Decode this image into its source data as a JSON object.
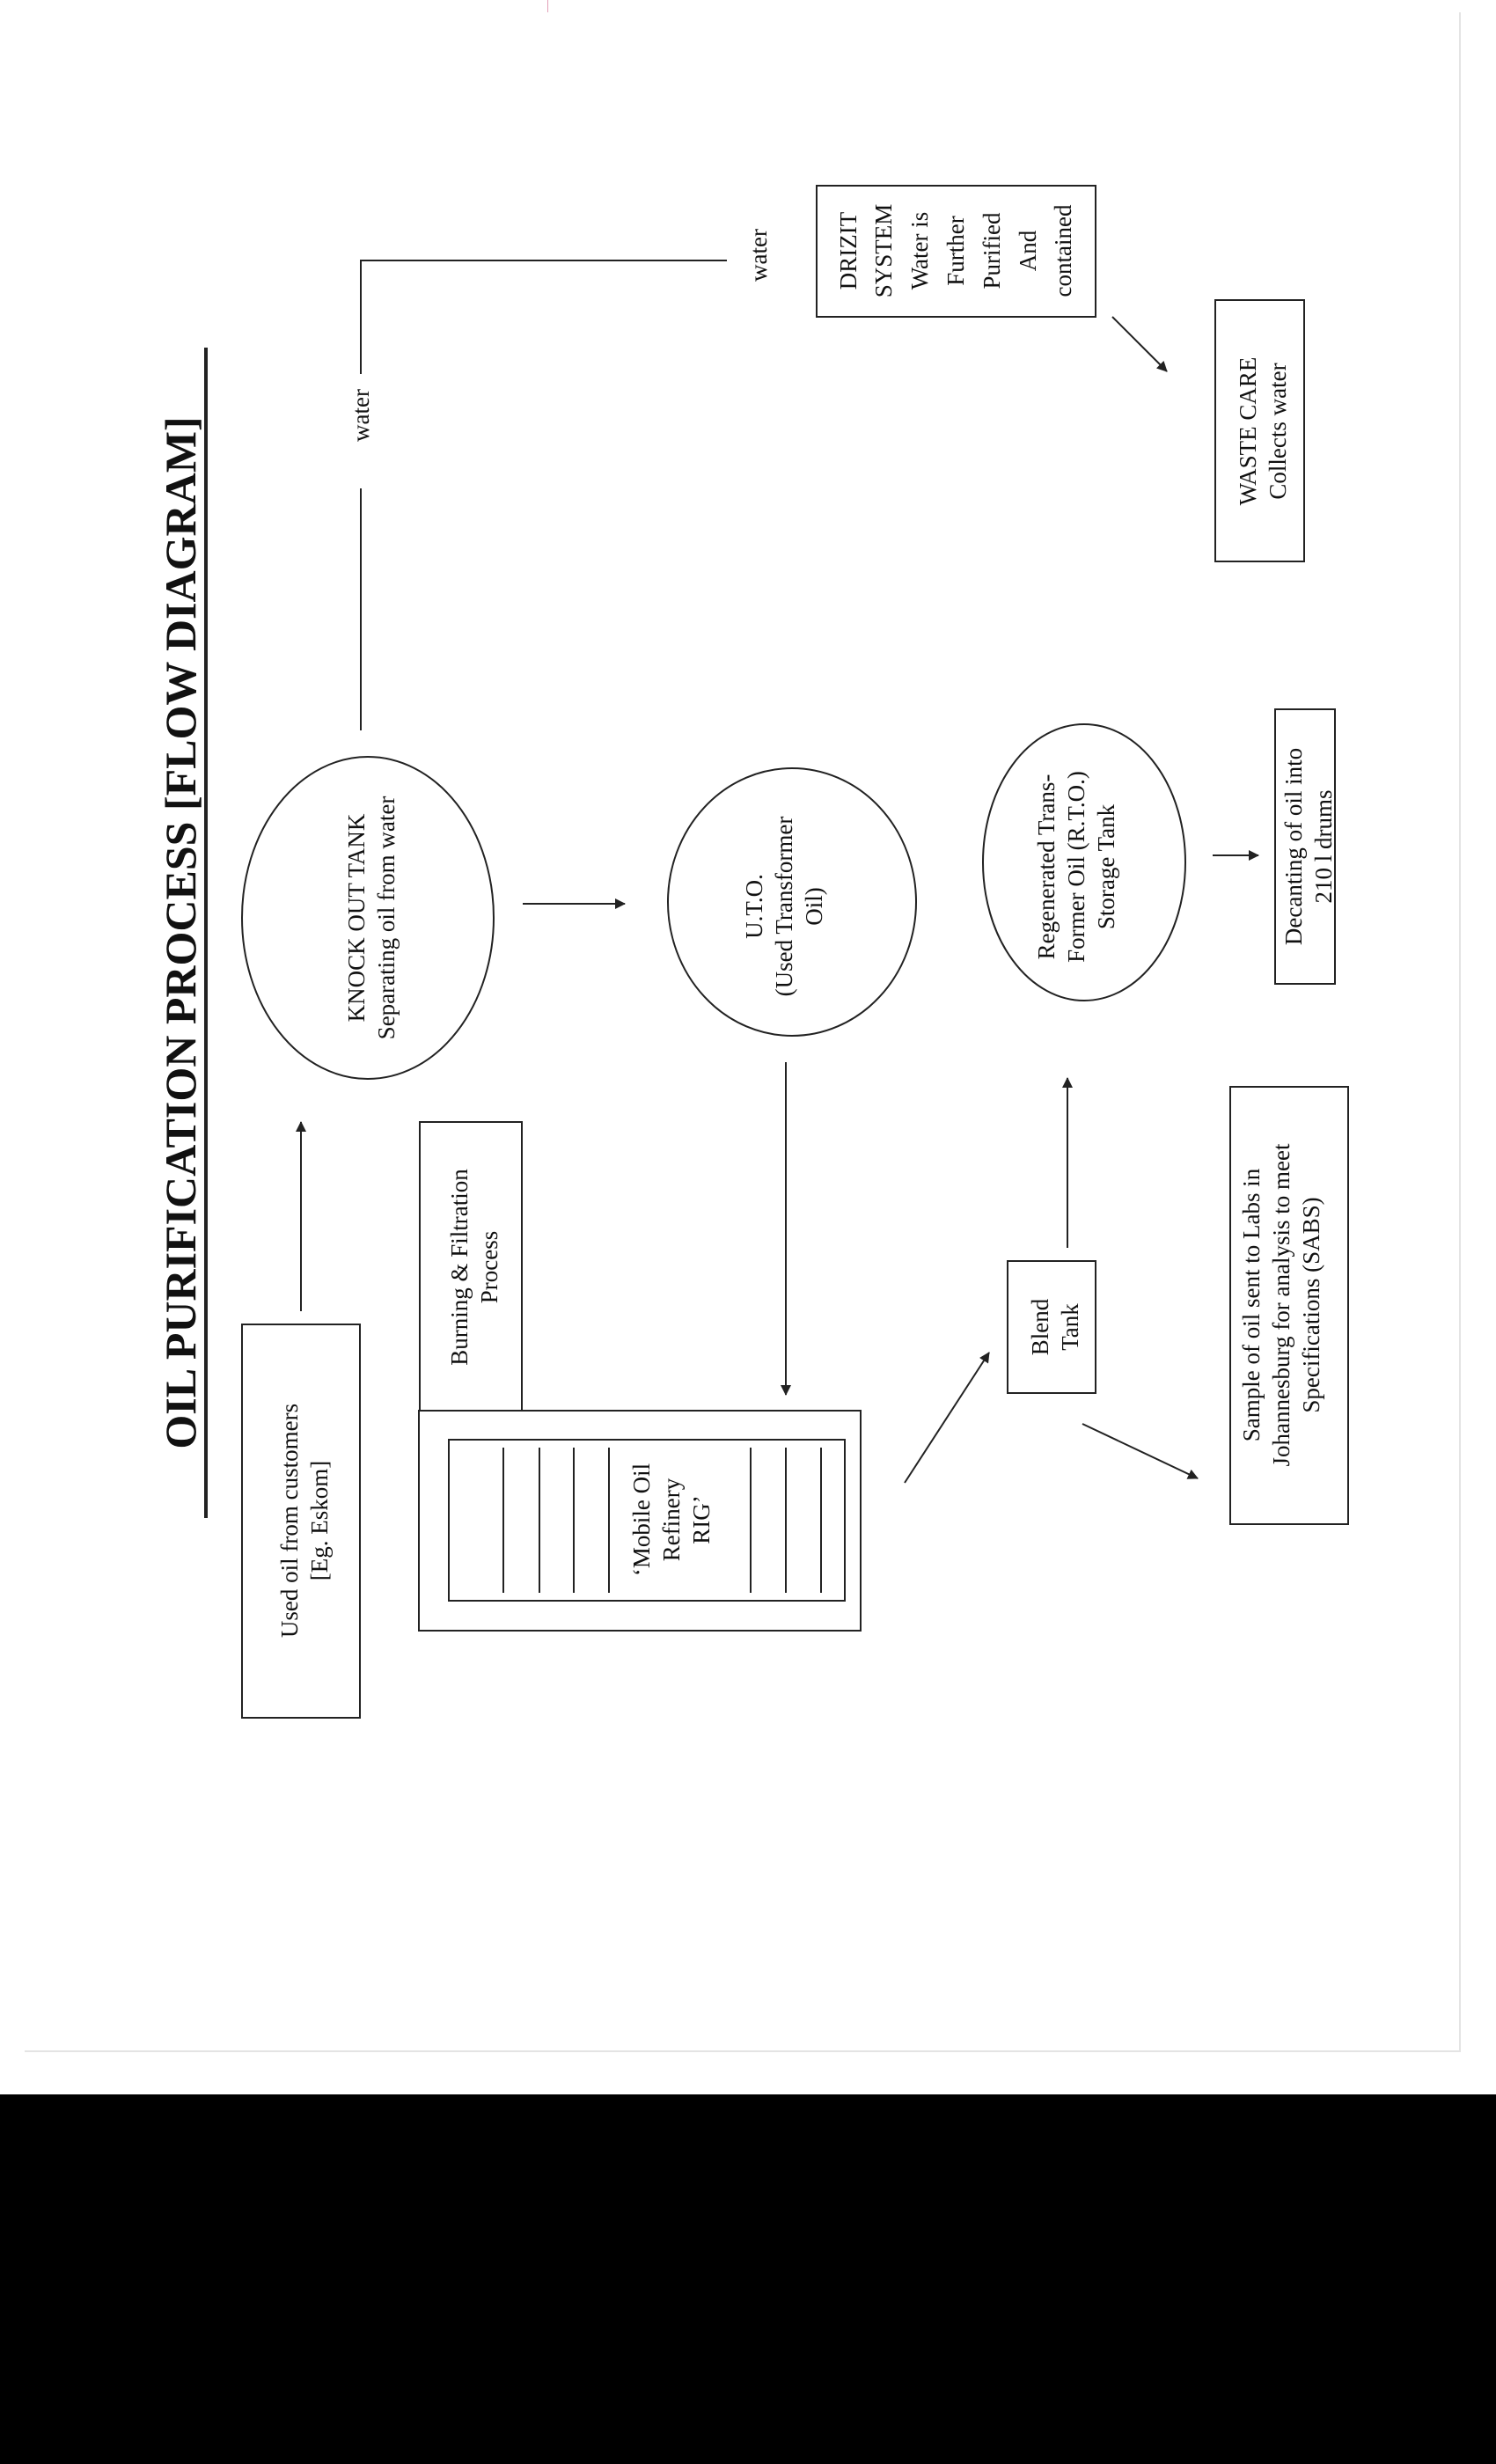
{
  "title": "OIL  PURIFICATION  PROCESS  [FLOW  DIAGRAM]",
  "nodes": {
    "used_oil": {
      "lines": [
        "Used oil from customers",
        "[Eg. Eskom]"
      ]
    },
    "knock_out_tank": {
      "lines": [
        "KNOCK OUT TANK",
        "Separating oil from water"
      ]
    },
    "burning_filtration": {
      "lines": [
        "Burning & Filtration",
        "Process"
      ]
    },
    "mobile_rig": {
      "lines": [
        "‘Mobile Oil",
        "Refinery",
        "RIG’"
      ]
    },
    "uto": {
      "lines": [
        "U.T.O.",
        "(Used Transformer",
        "Oil)"
      ]
    },
    "blend_tank": {
      "lines": [
        "Blend",
        "Tank"
      ]
    },
    "rto": {
      "lines": [
        "Regenerated Trans-",
        "Former Oil (R.T.O.)",
        "Storage Tank"
      ]
    },
    "sample": {
      "lines": [
        "Sample of oil sent to Labs in",
        "Johannesburg for analysis to meet",
        "Specifications (SABS)"
      ]
    },
    "decanting": {
      "lines": [
        "Decanting of oil into",
        "210 l drums"
      ]
    },
    "drizit": {
      "lines": [
        "DRIZIT",
        "SYSTEM",
        "Water is",
        "Further",
        "Purified",
        "And",
        "contained"
      ]
    },
    "waste_care": {
      "lines": [
        "WASTE  CARE",
        "Collects water"
      ]
    }
  },
  "water_label_1": "water",
  "water_label_2": "water"
}
